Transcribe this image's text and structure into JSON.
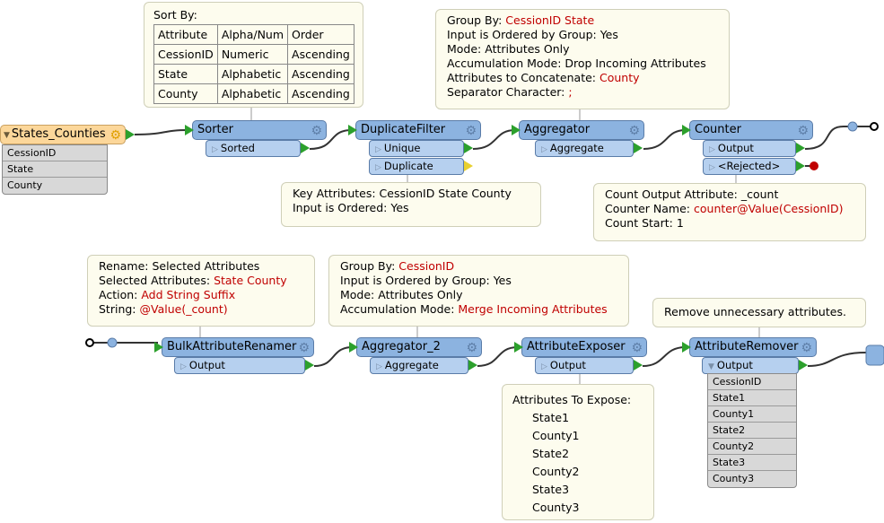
{
  "annotations": {
    "sort": {
      "title": "Sort By:",
      "table": [
        [
          "Attribute",
          "Alpha/Num",
          "Order"
        ],
        [
          "CessionID",
          "Numeric",
          "Ascending"
        ],
        [
          "State",
          "Alphabetic",
          "Ascending"
        ],
        [
          "County",
          "Alphabetic",
          "Ascending"
        ]
      ]
    },
    "agg1": [
      [
        [
          "Group By: ",
          ""
        ],
        [
          "CessionID State",
          "r"
        ]
      ],
      [
        [
          "Input is Ordered by Group: Yes",
          ""
        ]
      ],
      [
        [
          "Mode: Attributes Only",
          ""
        ]
      ],
      [
        [
          "Accumulation Mode: Drop Incoming Attributes",
          ""
        ]
      ],
      [
        [
          "Attributes to Concatenate: ",
          ""
        ],
        [
          "County",
          "r"
        ]
      ],
      [
        [
          "Separator Character: ",
          ""
        ],
        [
          ";",
          "r"
        ]
      ]
    ],
    "dup": [
      [
        [
          "Key Attributes: CessionID State County",
          ""
        ]
      ],
      [
        [
          "Input is Ordered: Yes",
          ""
        ]
      ]
    ],
    "counter": [
      [
        [
          "Count Output Attribute: _count",
          ""
        ]
      ],
      [
        [
          "Counter Name: ",
          ""
        ],
        [
          "counter@Value(CessionID)",
          "r"
        ]
      ],
      [
        [
          "Count Start: 1",
          ""
        ]
      ]
    ],
    "rename": [
      [
        [
          "Rename: Selected Attributes",
          ""
        ]
      ],
      [
        [
          "Selected Attributes: ",
          ""
        ],
        [
          "State County",
          "r"
        ]
      ],
      [
        [
          "Action: ",
          ""
        ],
        [
          "Add String Suffix",
          "r"
        ]
      ],
      [
        [
          "String: ",
          ""
        ],
        [
          "@Value(_count)",
          "r"
        ]
      ]
    ],
    "agg2": [
      [
        [
          "Group By: ",
          ""
        ],
        [
          "CessionID",
          "r"
        ]
      ],
      [
        [
          "Input is Ordered by Group: Yes",
          ""
        ]
      ],
      [
        [
          "Mode: Attributes Only",
          ""
        ]
      ],
      [
        [
          "Accumulation Mode: ",
          ""
        ],
        [
          "Merge Incoming Attributes",
          "r"
        ]
      ]
    ],
    "remove": [
      [
        [
          "Remove unnecessary attributes.",
          ""
        ]
      ]
    ],
    "expose": {
      "title": "Attributes To Expose:",
      "items": [
        "State1",
        "County1",
        "State2",
        "County2",
        "State3",
        "County3"
      ]
    }
  },
  "nodes": {
    "source": {
      "name": "States_Counties",
      "attrs": [
        "CessionID",
        "State",
        "County"
      ]
    },
    "sorter": {
      "name": "Sorter",
      "ports": [
        "Sorted"
      ]
    },
    "dupfilter": {
      "name": "DuplicateFilter",
      "ports": [
        "Unique",
        "Duplicate"
      ]
    },
    "aggregator": {
      "name": "Aggregator",
      "ports": [
        "Aggregate"
      ]
    },
    "counter": {
      "name": "Counter",
      "ports": [
        "Output",
        "<Rejected>"
      ]
    },
    "renamer": {
      "name": "BulkAttributeRenamer",
      "ports": [
        "Output"
      ]
    },
    "aggregator2": {
      "name": "Aggregator_2",
      "ports": [
        "Aggregate"
      ]
    },
    "exposer": {
      "name": "AttributeExposer",
      "ports": [
        "Output"
      ]
    },
    "remover": {
      "name": "AttributeRemover",
      "ports": [
        "Output"
      ],
      "attrs": [
        "CessionID",
        "State1",
        "County1",
        "State2",
        "County2",
        "State3",
        "County3"
      ]
    }
  },
  "colors": {
    "node": "#8cb3e0",
    "port": "#b6d0ef",
    "source": "#fcd79a",
    "annotation": "#fdfcee",
    "value": "#c00000",
    "arrow": "#2ca02c"
  }
}
